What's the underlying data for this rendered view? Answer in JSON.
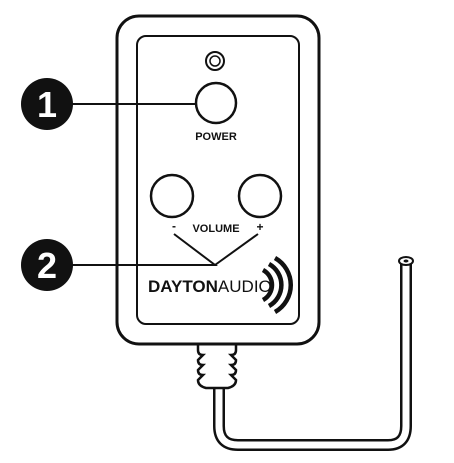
{
  "callouts": [
    {
      "number": "1"
    },
    {
      "number": "2"
    }
  ],
  "remote": {
    "power_label": "POWER",
    "volume_label": "VOLUME",
    "minus_label": "-",
    "plus_label": "+",
    "brand_part1": "DAYTON",
    "brand_part2": "AUDIO"
  },
  "icons": {
    "led": "led-indicator-icon",
    "brand_logo": "sound-waves-icon"
  },
  "colors": {
    "outline": "#111111",
    "callout_fill": "#111111",
    "background": "#ffffff"
  }
}
